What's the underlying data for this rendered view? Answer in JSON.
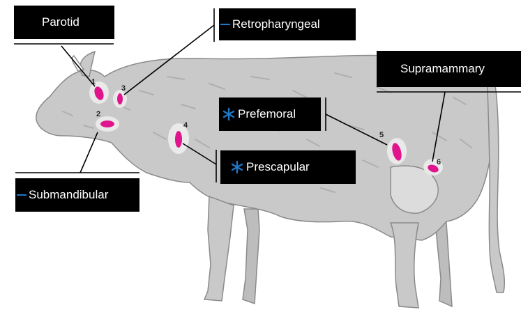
{
  "colors": {
    "node_fill": "#e0148c",
    "label_background": "#000000",
    "label_text": "#ffffff",
    "accent": "#1e78c8",
    "cow_body": "#c8c8c8"
  },
  "labels": {
    "parotid": "Parotid",
    "retropharyngeal": "Retropharyngeal",
    "supramammary": "Supramammary",
    "prefemoral": "Prefemoral",
    "prescapular": "Prescapular",
    "submandibular": "Submandibular"
  },
  "icons": {
    "prefemoral": "star-icon",
    "prescapular": "star-icon",
    "retropharyngeal": "dash-icon",
    "submandibular": "dash-icon"
  },
  "nodes": [
    {
      "number": "1",
      "name": "parotid"
    },
    {
      "number": "2",
      "name": "submandibular"
    },
    {
      "number": "3",
      "name": "retropharyngeal"
    },
    {
      "number": "4",
      "name": "prescapular"
    },
    {
      "number": "5",
      "name": "prefemoral"
    },
    {
      "number": "6",
      "name": "supramammary"
    }
  ]
}
